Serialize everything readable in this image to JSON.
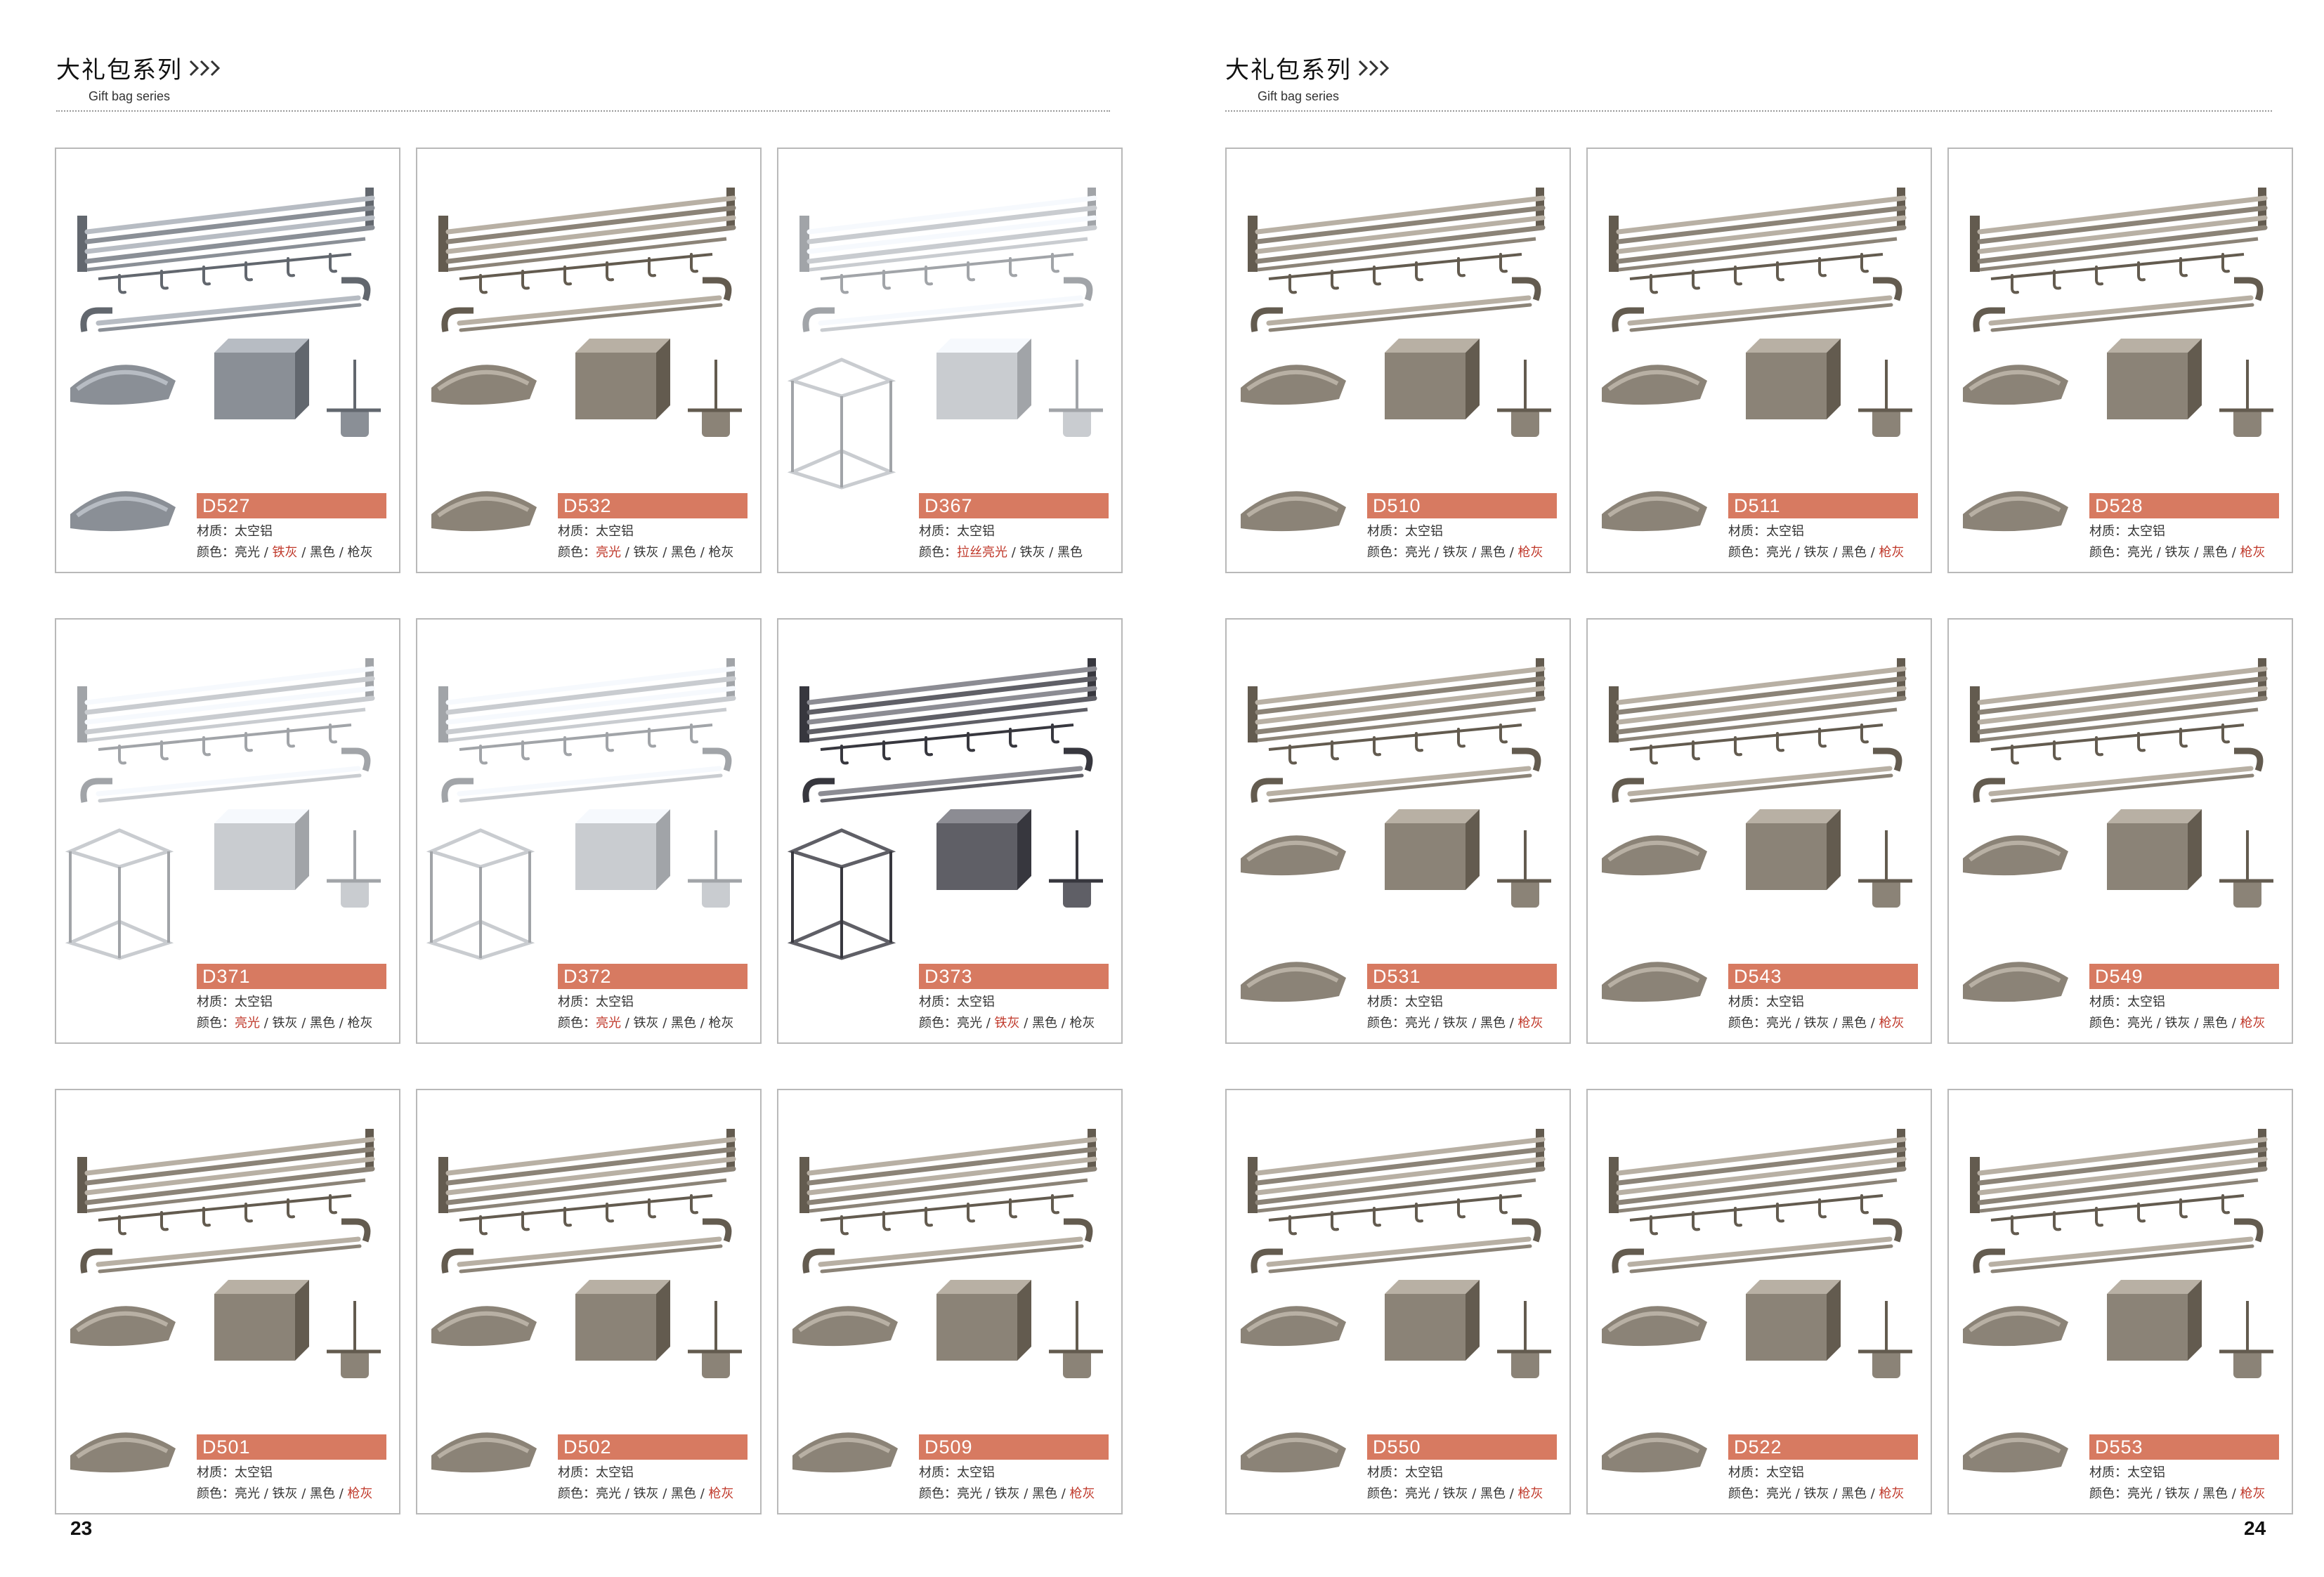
{
  "header": {
    "title_cn": "大礼包系列",
    "title_en": "Gift bag series"
  },
  "spec_labels": {
    "material_prefix": "材质：",
    "color_prefix": "颜色：",
    "separator": " / "
  },
  "pages": [
    {
      "number": "23",
      "products": [
        {
          "code": "D527",
          "material": "太空铝",
          "colors": [
            "亮光",
            "铁灰",
            "黑色",
            "枪灰"
          ],
          "highlight": 1,
          "variant": "grey",
          "basket": false
        },
        {
          "code": "D532",
          "material": "太空铝",
          "colors": [
            "亮光",
            "铁灰",
            "黑色",
            "枪灰"
          ],
          "highlight": 0,
          "variant": "bronze",
          "basket": false
        },
        {
          "code": "D367",
          "material": "太空铝",
          "colors": [
            "拉丝亮光",
            "铁灰",
            "黑色"
          ],
          "highlight": 0,
          "variant": "silver",
          "basket": true
        },
        {
          "code": "D371",
          "material": "太空铝",
          "colors": [
            "亮光",
            "铁灰",
            "黑色",
            "枪灰"
          ],
          "highlight": 0,
          "variant": "silver",
          "basket": true
        },
        {
          "code": "D372",
          "material": "太空铝",
          "colors": [
            "亮光",
            "铁灰",
            "黑色",
            "枪灰"
          ],
          "highlight": 0,
          "variant": "silver",
          "basket": true
        },
        {
          "code": "D373",
          "material": "太空铝",
          "colors": [
            "亮光",
            "铁灰",
            "黑色",
            "枪灰"
          ],
          "highlight": 1,
          "variant": "dark",
          "basket": true
        },
        {
          "code": "D501",
          "material": "太空铝",
          "colors": [
            "亮光",
            "铁灰",
            "黑色",
            "枪灰"
          ],
          "highlight": 3,
          "variant": "bronze",
          "basket": false
        },
        {
          "code": "D502",
          "material": "太空铝",
          "colors": [
            "亮光",
            "铁灰",
            "黑色",
            "枪灰"
          ],
          "highlight": 3,
          "variant": "bronze",
          "basket": false
        },
        {
          "code": "D509",
          "material": "太空铝",
          "colors": [
            "亮光",
            "铁灰",
            "黑色",
            "枪灰"
          ],
          "highlight": 3,
          "variant": "bronze",
          "basket": false
        }
      ]
    },
    {
      "number": "24",
      "products": [
        {
          "code": "D510",
          "material": "太空铝",
          "colors": [
            "亮光",
            "铁灰",
            "黑色",
            "枪灰"
          ],
          "highlight": 3,
          "variant": "bronze",
          "basket": false
        },
        {
          "code": "D511",
          "material": "太空铝",
          "colors": [
            "亮光",
            "铁灰",
            "黑色",
            "枪灰"
          ],
          "highlight": 3,
          "variant": "bronze",
          "basket": false
        },
        {
          "code": "D528",
          "material": "太空铝",
          "colors": [
            "亮光",
            "铁灰",
            "黑色",
            "枪灰"
          ],
          "highlight": 3,
          "variant": "bronze",
          "basket": false
        },
        {
          "code": "D531",
          "material": "太空铝",
          "colors": [
            "亮光",
            "铁灰",
            "黑色",
            "枪灰"
          ],
          "highlight": 3,
          "variant": "bronze",
          "basket": false
        },
        {
          "code": "D543",
          "material": "太空铝",
          "colors": [
            "亮光",
            "铁灰",
            "黑色",
            "枪灰"
          ],
          "highlight": 3,
          "variant": "bronze",
          "basket": false
        },
        {
          "code": "D549",
          "material": "太空铝",
          "colors": [
            "亮光",
            "铁灰",
            "黑色",
            "枪灰"
          ],
          "highlight": 3,
          "variant": "bronze",
          "basket": false
        },
        {
          "code": "D550",
          "material": "太空铝",
          "colors": [
            "亮光",
            "铁灰",
            "黑色",
            "枪灰"
          ],
          "highlight": 3,
          "variant": "bronze",
          "basket": false
        },
        {
          "code": "D522",
          "material": "太空铝",
          "colors": [
            "亮光",
            "铁灰",
            "黑色",
            "枪灰"
          ],
          "highlight": 3,
          "variant": "bronze",
          "basket": false
        },
        {
          "code": "D553",
          "material": "太空铝",
          "colors": [
            "亮光",
            "铁灰",
            "黑色",
            "枪灰"
          ],
          "highlight": 3,
          "variant": "bronze",
          "basket": false
        }
      ]
    }
  ],
  "colors": {
    "code_bar": "#d77a61",
    "highlight_text": "#c0392b",
    "card_border": "#b9b9b9",
    "metal_grey": "#8a8f96",
    "metal_bronze": "#8b8377",
    "metal_silver": "#c9ccd0",
    "metal_dark": "#5f5f66"
  }
}
